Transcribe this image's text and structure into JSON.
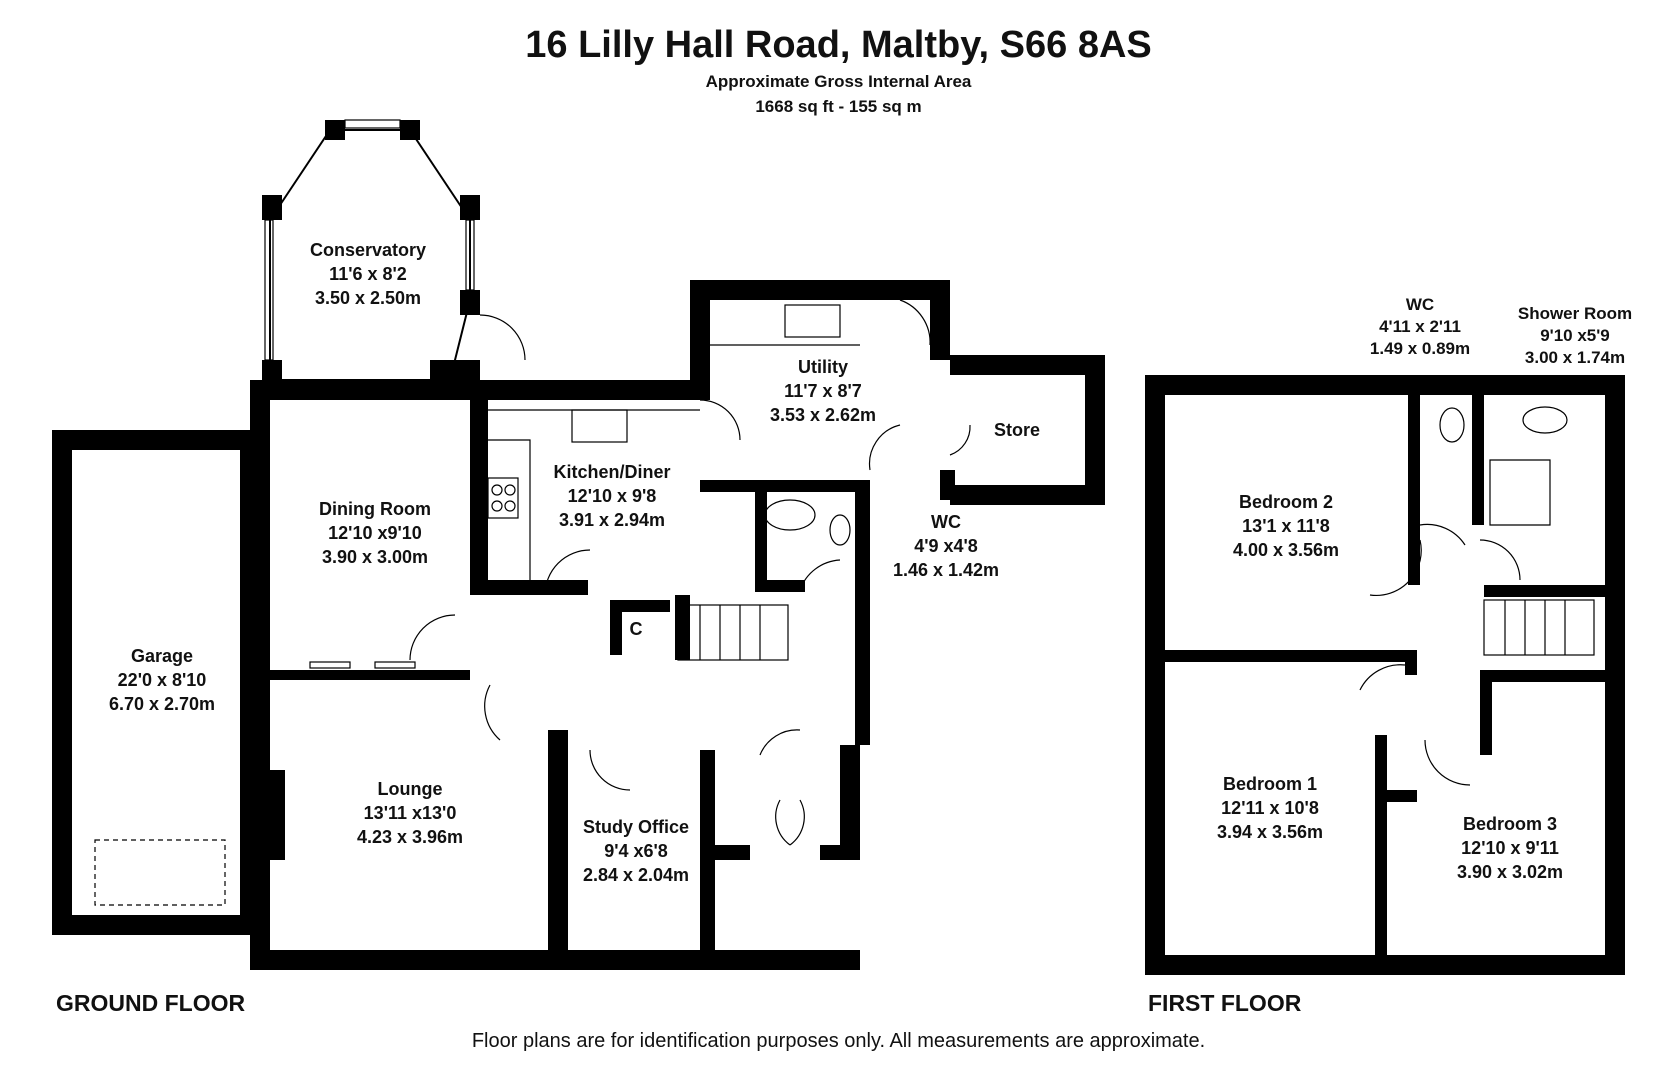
{
  "header": {
    "title": "16 Lilly Hall Road, Maltby, S66 8AS",
    "subtitle": "Approximate Gross Internal Area",
    "area": "1668 sq ft - 155 sq m"
  },
  "floors": {
    "ground_label": "GROUND FLOOR",
    "first_label": "FIRST FLOOR"
  },
  "rooms": {
    "conservatory": {
      "name": "Conservatory",
      "imperial": "11'6 x 8'2",
      "metric": "3.50 x 2.50m"
    },
    "utility": {
      "name": "Utility",
      "imperial": "11'7 x 8'7",
      "metric": "3.53 x 2.62m"
    },
    "store": {
      "name": "Store"
    },
    "kitchen": {
      "name": "Kitchen/Diner",
      "imperial": "12'10 x 9'8",
      "metric": "3.91 x 2.94m"
    },
    "dining": {
      "name": "Dining Room",
      "imperial": "12'10 x9'10",
      "metric": "3.90 x 3.00m"
    },
    "wc_ground": {
      "name": "WC",
      "imperial": "4'9 x4'8",
      "metric": "1.46 x 1.42m"
    },
    "cupboard": {
      "name": "C"
    },
    "garage": {
      "name": "Garage",
      "imperial": "22'0 x 8'10",
      "metric": "6.70 x 2.70m"
    },
    "lounge": {
      "name": "Lounge",
      "imperial": "13'11 x13'0",
      "metric": "4.23 x 3.96m"
    },
    "study": {
      "name": "Study Office",
      "imperial": "9'4 x6'8",
      "metric": "2.84 x 2.04m"
    },
    "wc_first": {
      "name": "WC",
      "imperial": "4'11 x 2'11",
      "metric": "1.49 x 0.89m"
    },
    "shower": {
      "name": "Shower Room",
      "imperial": "9'10 x5'9",
      "metric": "3.00 x 1.74m"
    },
    "bedroom2": {
      "name": "Bedroom 2",
      "imperial": "13'1 x 11'8",
      "metric": "4.00 x 3.56m"
    },
    "bedroom1": {
      "name": "Bedroom 1",
      "imperial": "12'11 x 10'8",
      "metric": "3.94 x 3.56m"
    },
    "bedroom3": {
      "name": "Bedroom 3",
      "imperial": "12'10 x 9'11",
      "metric": "3.90 x 3.02m"
    }
  },
  "footer": "Floor plans are for identification purposes only.  All measurements are approximate."
}
